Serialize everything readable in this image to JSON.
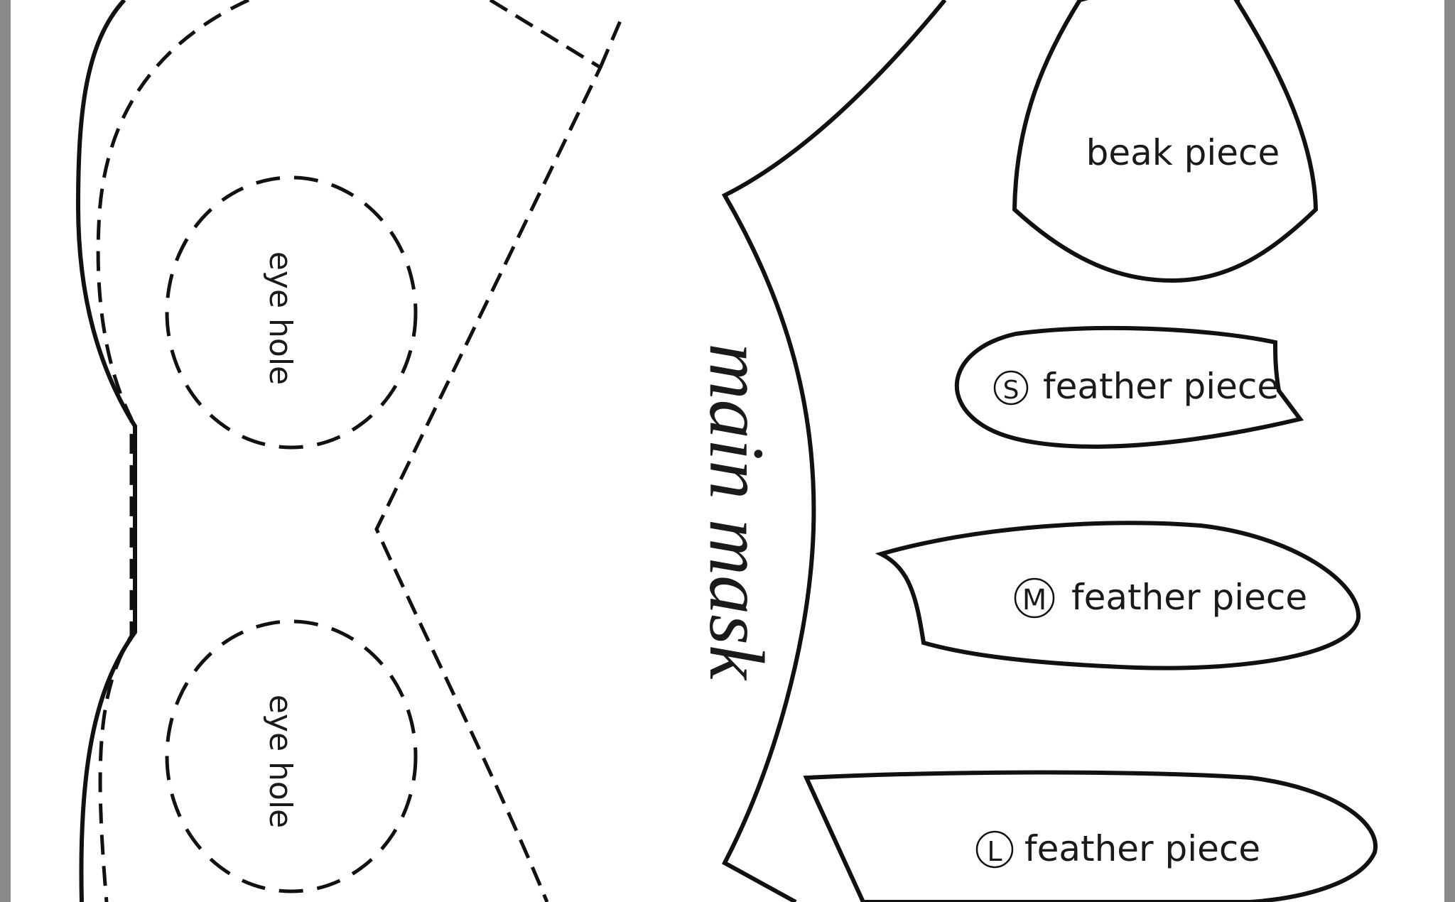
{
  "pattern": {
    "main_mask_label": "main mask",
    "eye_hole_top_label": "eye hole",
    "eye_hole_bottom_label": "eye hole",
    "beak_label": "beak piece",
    "feather_small": {
      "size": "S",
      "label": "feather piece"
    },
    "feather_medium": {
      "size": "M",
      "label": "feather piece"
    },
    "feather_large": {
      "size": "L",
      "label": "feather piece"
    }
  },
  "colors": {
    "stroke": "#111111",
    "page": "#ffffff",
    "frame": "#8a8a8a"
  }
}
